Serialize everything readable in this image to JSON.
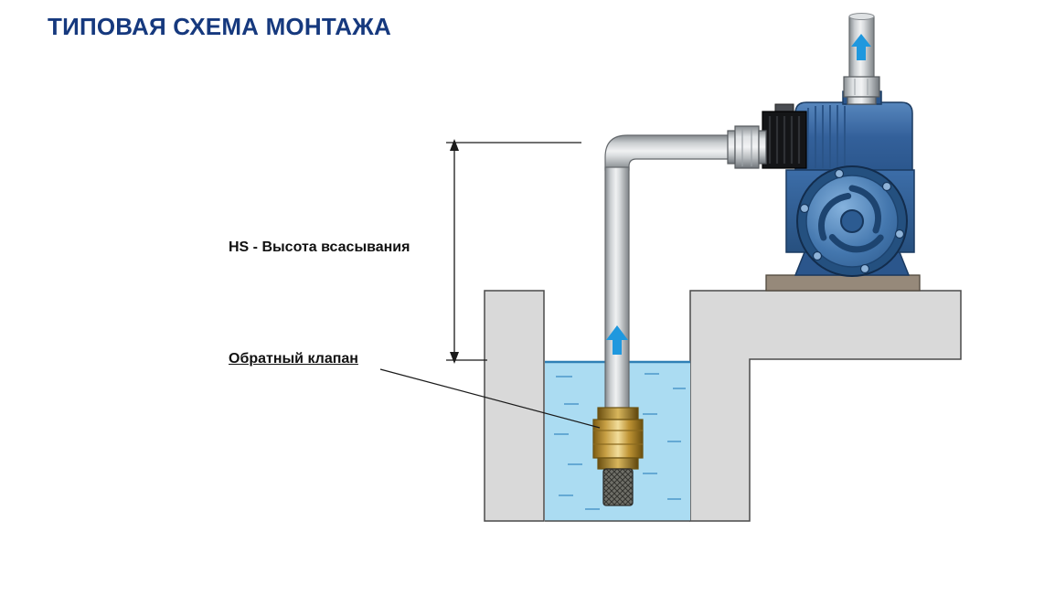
{
  "title": "ТИПОВАЯ СХЕМА МОНТАЖА",
  "labels": {
    "suction_height": "HS - Высота всасывания",
    "check_valve": "Обратный клапан"
  },
  "icons": {
    "pipe_flow_arrow": "flow-arrow-up",
    "outlet_flow_arrow": "flow-arrow-up"
  },
  "colors": {
    "background": "#ffffff",
    "title_text": "#16397e",
    "label_text": "#111111",
    "flow_arrow": "#1f98de",
    "water": "#abdcf2",
    "water_line": "#2f80b6",
    "water_ripple": "#64a9d4",
    "concrete": "#d9d9d9",
    "concrete_outline": "#4a4a4a",
    "dimension": "#1a1a1a",
    "pump_blue": "#35659f",
    "pump_blue_dark": "#24507f",
    "brass": "#c9a24a",
    "pipe_gray": "#c7cbcf",
    "base_plate": "#96897a",
    "terminal_box": "#141517",
    "strainer": "#6f6f68"
  }
}
